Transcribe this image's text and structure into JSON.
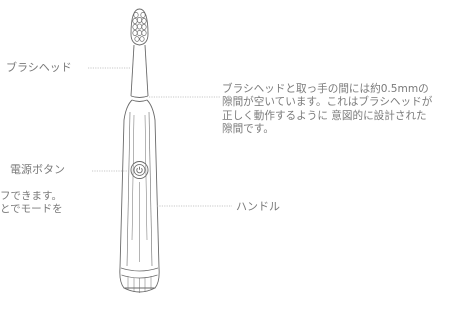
{
  "labels": {
    "brush_head": "ブラシヘッド",
    "gap_note": [
      "ブラシヘッドと取っ手の間には約0.5mmの",
      "隙間が空いています。これはブラシヘッドが",
      "正しく動作するように 意図的に設計された",
      "隙間です。"
    ],
    "power_button": "電源ボタン",
    "handle": "ハンドル",
    "power_description": [
      "フできます。",
      "とでモードを"
    ]
  },
  "colors": {
    "outline": "#6a6a6a",
    "leader": "#b5b5b5",
    "text": "#7a7a7a"
  },
  "icons": {
    "power": "power-icon"
  }
}
